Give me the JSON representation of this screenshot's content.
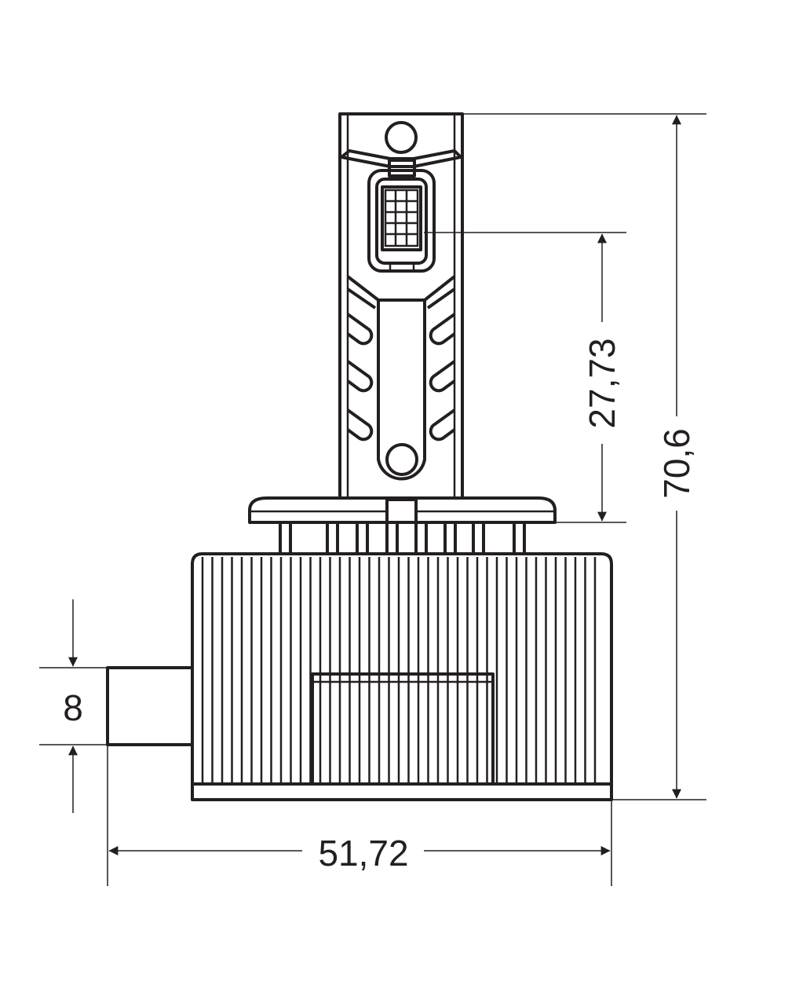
{
  "dimensions": {
    "overall_height": "70,6",
    "led_to_flange": "27,73",
    "connector_height": "8",
    "overall_width": "51,72"
  },
  "colors": {
    "line": "#231f20",
    "background": "#ffffff"
  }
}
